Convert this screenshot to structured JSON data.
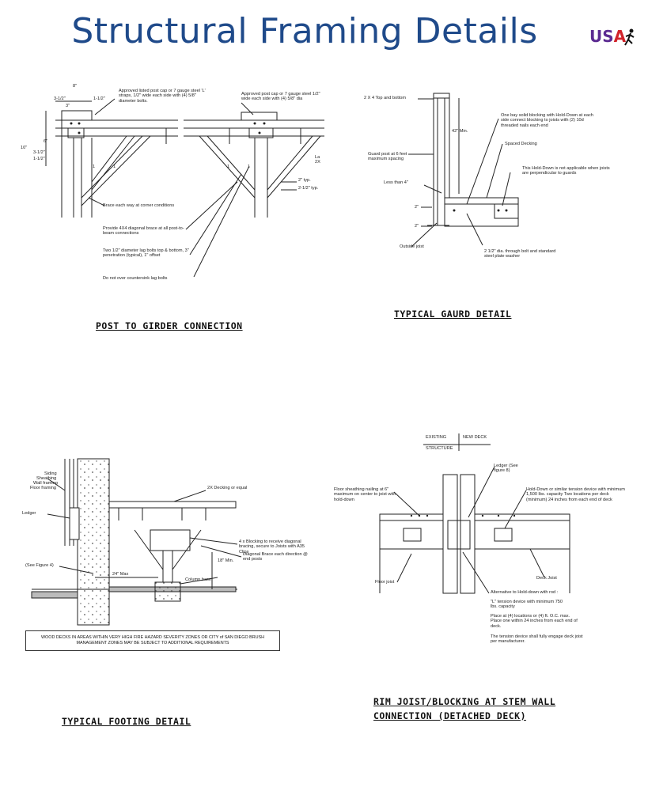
{
  "header": {
    "title": "Structural Framing Details",
    "logo_text_u": "U",
    "logo_text_s": "S",
    "logo_text_a": "A"
  },
  "panels": {
    "post_girder": {
      "caption": "POST TO GIRDER CONNECTION",
      "dims": [
        "8\"",
        "3-1/2\"",
        "1-1/2\"",
        "3\"",
        "6\"",
        "10\"",
        "3-1/2\"",
        "1-1/2\"",
        "2\" typ.",
        "2-1/2\" typ.",
        "1",
        "1",
        "1",
        "1"
      ],
      "notes": [
        "Approved listed post cap or 7 gauge steel 'L' straps, 1/2\" wide each side with (4) 5/8\" diameter bolts.",
        "Approved post cap or 7 gauge steel 1/2\" wide each side with (4) 5/8\" dia",
        "Brace each way at corner conditions",
        "Provide 4X4 diagonal brace at all post-to-beam connections",
        "Two 1/2\" diameter lag bolts top & bottom, 3\" penetration (typical), 1\" offset",
        "Do not over countersink lag bolts",
        "La 2X"
      ]
    },
    "guard": {
      "caption": "TYPICAL GAURD DETAIL",
      "notes": [
        "2 X 4 Top and bottom",
        "One bay solid blocking with Hold-Down at each side connect blocking to joists with (2) 10d threaded nails each end",
        "42\" Min.",
        "Spaced Decking",
        "Guard post at 6 feet maximum spacing",
        "This Hold-Down is not applicable when joists are perpendicular to guards",
        "Less than 4\"",
        "2\"",
        "2\"",
        "Outside joist",
        "2 1/2\" dia. through bolt and standard steel plate washer"
      ]
    },
    "footing": {
      "caption": "TYPICAL FOOTING DETAIL",
      "notes": [
        "Siding",
        "Sheathing",
        "Wall framing",
        "Floor framing",
        "Ledger",
        "2X Decking or equal",
        "4 x Blocking to receive diagonal bracing, secure to Joists with A35 Clips",
        "(See Figure 4)",
        "18\" Min.",
        "24\" Max",
        "Column base",
        "Diagonal Brace each direction @ end posts"
      ],
      "warning": "WOOD DECKS IN AREAS WITHIN VERY HIGH FIRE HAZARD SEVERITY ZONES OR CITY of SAN DIEGO BRUSH MANAGEMENT ZONES MAY BE SUBJECT TO ADDITIONAL REQUIREMENTS"
    },
    "rim_joist": {
      "caption_line1": "RIM JOIST/BLOCKING AT STEM WALL",
      "caption_line2": "CONNECTION (DETACHED DECK)",
      "notes": [
        "EXISTING",
        "NEW DECK",
        "STRUCTURE",
        "Ledger (See figure 8)",
        "Floor sheathing nailing at 6\" maximum on center to joist with hold-down",
        "Hold-Down or similar tension device with minimum 1,500 lbs. capacity Two locations per deck (minimum) 24 inches from each end of deck",
        "Floor joist",
        "Deck Joist",
        "Alternative to Hold-down with rod :",
        "\"L\" tension device with minimum 750 lbs. capacity",
        "Place at (4) locations or (4) ft. O.C. max. Place one within 24 inches from each end of deck.",
        "The tension device shall fully engage deck joist per manufacturer."
      ]
    }
  }
}
